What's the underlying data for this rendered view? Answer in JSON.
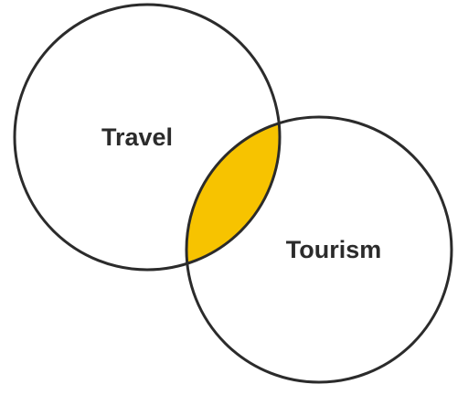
{
  "diagram": {
    "type": "venn",
    "sets": [
      {
        "label": "Travel"
      },
      {
        "label": "Tourism"
      }
    ],
    "colors": {
      "outline": "#2b2b2b",
      "intersection": "#f7c300",
      "background": "#ffffff"
    }
  }
}
